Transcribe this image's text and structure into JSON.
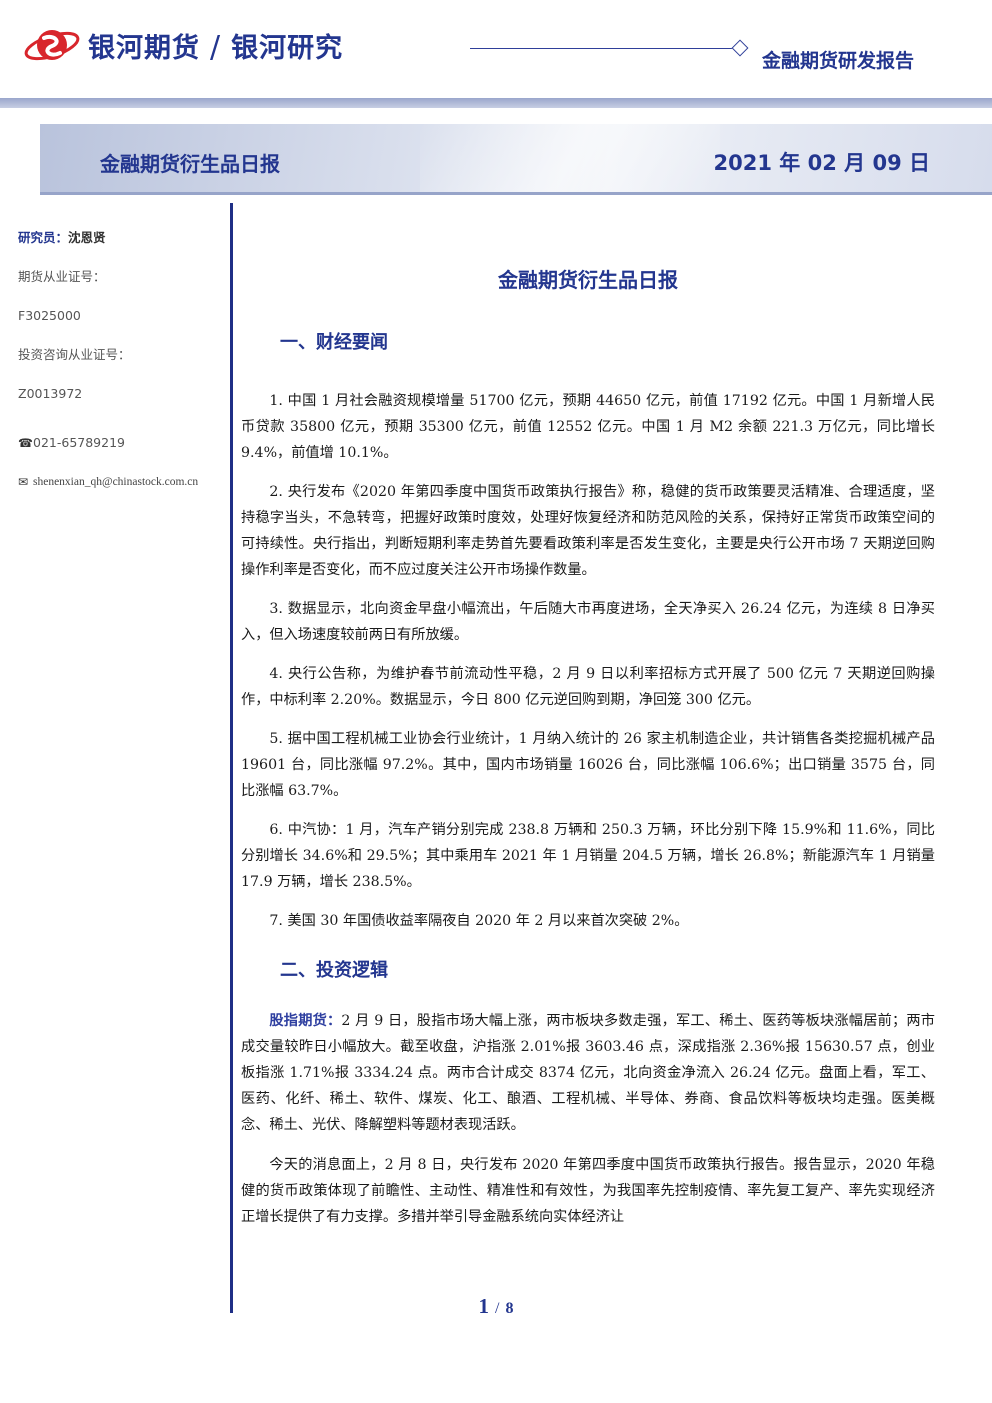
{
  "header": {
    "brand_name": "银河期货",
    "brand_sub": "银河研究",
    "report_type": "金融期货研发报告"
  },
  "banner": {
    "title": "金融期货衍生品日报",
    "date": "2021 年 02 月 09 日"
  },
  "sidebar": {
    "analyst_label": "研究员：",
    "analyst_name": "沈恩贤",
    "futures_cert_label": "期货从业证号：",
    "futures_cert_no": "F3025000",
    "advisory_cert_label": "投资咨询从业证号：",
    "advisory_cert_no": "Z0013972",
    "phone": "021-65789219",
    "email": "shenenxian_qh@chinastock.com.cn",
    "phone_icon": "phone-icon",
    "email_icon": "envelope-icon"
  },
  "main": {
    "title": "金融期货衍生品日报",
    "section1_title": "一、财经要闻",
    "news": [
      "1. 中国 1 月社会融资规模增量 51700 亿元，预期 44650 亿元，前值 17192 亿元。中国 1 月新增人民币贷款 35800 亿元，预期 35300 亿元，前值 12552 亿元。中国 1 月 M2 余额 221.3 万亿元，同比增长 9.4%，前值增 10.1%。",
      "2. 央行发布《2020 年第四季度中国货币政策执行报告》称，稳健的货币政策要灵活精准、合理适度，坚持稳字当头，不急转弯，把握好政策时度效，处理好恢复经济和防范风险的关系，保持好正常货币政策空间的可持续性。央行指出，判断短期利率走势首先要看政策利率是否发生变化，主要是央行公开市场 7 天期逆回购操作利率是否变化，而不应过度关注公开市场操作数量。",
      "3. 数据显示，北向资金早盘小幅流出，午后随大市再度进场，全天净买入 26.24 亿元，为连续 8 日净买入，但入场速度较前两日有所放缓。",
      "4. 央行公告称，为维护春节前流动性平稳，2 月 9 日以利率招标方式开展了 500 亿元 7 天期逆回购操作，中标利率 2.20%。数据显示，今日 800 亿元逆回购到期，净回笼 300 亿元。",
      "5. 据中国工程机械工业协会行业统计，1 月纳入统计的 26 家主机制造企业，共计销售各类挖掘机械产品 19601 台，同比涨幅 97.2%。其中，国内市场销量 16026 台，同比涨幅 106.6%；出口销量 3575 台，同比涨幅 63.7%。",
      "6. 中汽协：1 月，汽车产销分别完成 238.8 万辆和 250.3 万辆，环比分别下降 15.9%和 11.6%，同比分别增长 34.6%和 29.5%；其中乘用车 2021 年 1 月销量 204.5 万辆，增长 26.8%；新能源汽车 1 月销量 17.9 万辆，增长 238.5%。",
      "7. 美国 30 年国债收益率隔夜自 2020 年 2 月以来首次突破 2%。"
    ],
    "section2_title": "二、投资逻辑",
    "logic_lead": "股指期货：",
    "logic_p1": "2 月 9 日，股指市场大幅上涨，两市板块多数走强，军工、稀土、医药等板块涨幅居前；两市成交量较昨日小幅放大。截至收盘，沪指涨 2.01%报 3603.46 点，深成指涨 2.36%报 15630.57 点，创业板指涨 1.71%报 3334.24 点。两市合计成交 8374 亿元，北向资金净流入 26.24 亿元。盘面上看，军工、医药、化纤、稀土、软件、煤炭、化工、酿酒、工程机械、半导体、券商、食品饮料等板块均走强。医美概念、稀土、光伏、降解塑料等题材表现活跃。",
    "logic_p2": "今天的消息面上，2 月 8 日，央行发布 2020 年第四季度中国货币政策执行报告。报告显示，2020 年稳健的货币政策体现了前瞻性、主动性、精准性和有效性，为我国率先控制疫情、率先复工复产、率先实现经济正增长提供了有力支撑。多措并举引导金融系统向实体经济让"
  },
  "footer": {
    "page_current": "1",
    "page_sep": "/",
    "page_total": "8"
  },
  "colors": {
    "brand_blue": "#23368f",
    "logo_red": "#d8262c"
  }
}
